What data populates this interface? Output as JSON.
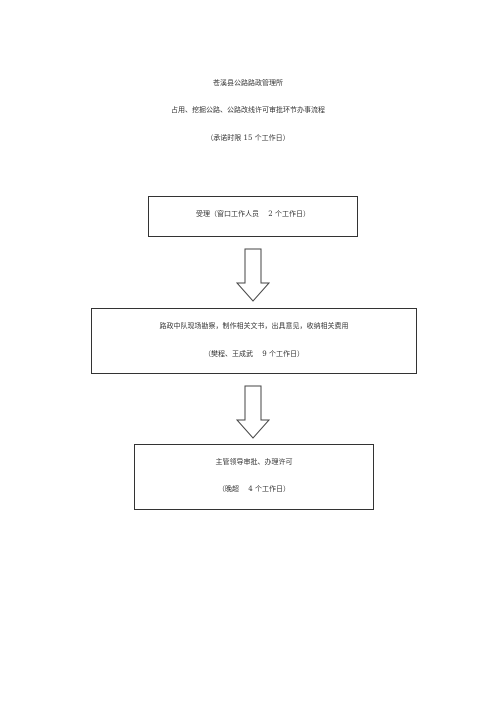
{
  "header": {
    "org": "苍溪县公路路政管理所",
    "title": "占用、挖掘公路、公路改线许可审批环节办事流程",
    "promise": "（承诺时限 15 个工作日）"
  },
  "steps": [
    {
      "lines": [
        "受理（窗口工作人员　 2 个工作日）"
      ]
    },
    {
      "lines": [
        "路政中队现场勘察，制作相关文书，出具意见，收纳相关费用",
        "（樊程、王成武　 9 个工作日）"
      ]
    },
    {
      "lines": [
        "主管领导审批、办理许可",
        "（晚超　 4 个工作日）"
      ]
    }
  ]
}
